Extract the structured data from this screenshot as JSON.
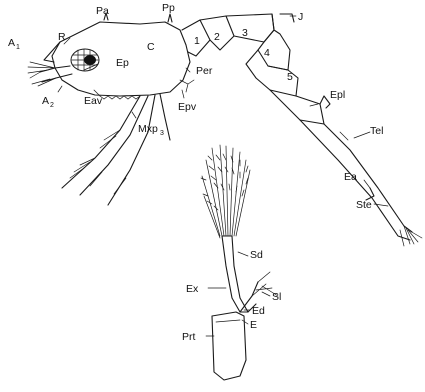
{
  "labels": {
    "A1": "A",
    "A1_sub": "1",
    "R": "R",
    "Pa": "Pa",
    "Pp": "Pp",
    "C": "C",
    "J": "J",
    "seg1": "1",
    "seg2": "2",
    "seg3": "3",
    "seg4": "4",
    "seg5": "5",
    "Ep": "Ep",
    "Per": "Per",
    "A2": "A",
    "A2_sub": "2",
    "Eav": "Eav",
    "Epv": "Epv",
    "Mxp3": "Mxp",
    "Mxp3_sub": "3",
    "Epl": "Epl",
    "Tel": "Tel",
    "Ea": "Ea",
    "Ste": "Ste",
    "Sd": "Sd",
    "Ex": "Ex",
    "Sl": "Sl",
    "Ed": "Ed",
    "E": "E",
    "Prt": "Prt"
  },
  "colors": {
    "ink": "#1a1a1a",
    "background": "#ffffff"
  }
}
